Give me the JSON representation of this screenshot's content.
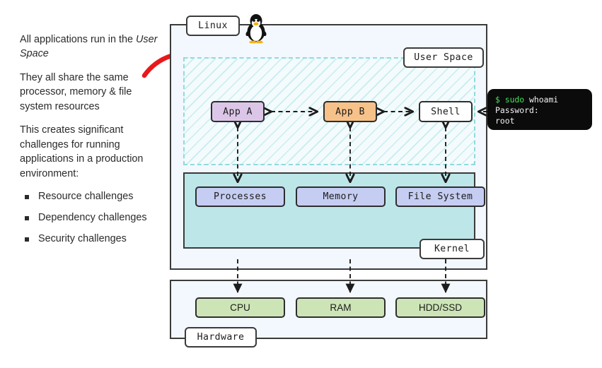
{
  "notes": {
    "paragraphs": [
      {
        "id": "p1",
        "before": "All applications run in the ",
        "emphasis": "User Space",
        "after": ""
      },
      {
        "id": "p2",
        "before": "They all share the same processor, memory & file system resources",
        "emphasis": "",
        "after": ""
      },
      {
        "id": "p3",
        "before": "This creates significant challenges for running applications in a production environment:",
        "emphasis": "",
        "after": ""
      }
    ],
    "bullets": [
      "Resource challenges",
      "Dependency challenges",
      "Security challenges"
    ]
  },
  "diagram": {
    "frames": {
      "linux_label": "Linux",
      "user_space_label": "User Space",
      "kernel_label": "Kernel",
      "hardware_label": "Hardware"
    },
    "user_space_nodes": [
      {
        "name": "app-a",
        "label": "App A",
        "color": "#dcc6e8"
      },
      {
        "name": "app-b",
        "label": "App B",
        "color": "#f7c289"
      },
      {
        "name": "shell",
        "label": "Shell",
        "color": "#ffffff"
      }
    ],
    "kernel_nodes": [
      {
        "name": "processes",
        "label": "Processes",
        "color": "#c5cdf2"
      },
      {
        "name": "memory",
        "label": "Memory",
        "color": "#c5cdf2"
      },
      {
        "name": "file-system",
        "label": "File System",
        "color": "#c5cdf2"
      }
    ],
    "hardware_nodes": [
      {
        "name": "cpu",
        "label": "CPU",
        "color": "#cde5b6"
      },
      {
        "name": "ram",
        "label": "RAM",
        "color": "#cde5b6"
      },
      {
        "name": "hdd-ssd",
        "label": "HDD/SSD",
        "color": "#cde5b6"
      }
    ],
    "icons": {
      "tux": "linux-penguin-icon",
      "arrow": "red-curved-arrow-icon"
    },
    "colors": {
      "outer_frame_fill": "#f2f8fd",
      "kernel_fill": "#bde6e9",
      "user_space_hatch": "#8cd6de",
      "arrow_red": "#e8191b",
      "frame_stroke": "#3b3b3b"
    }
  },
  "terminal": {
    "line1_prompt": "$",
    "line1_command": "sudo",
    "line1_arg": "whoami",
    "line2": "Password:",
    "line3": "root"
  }
}
